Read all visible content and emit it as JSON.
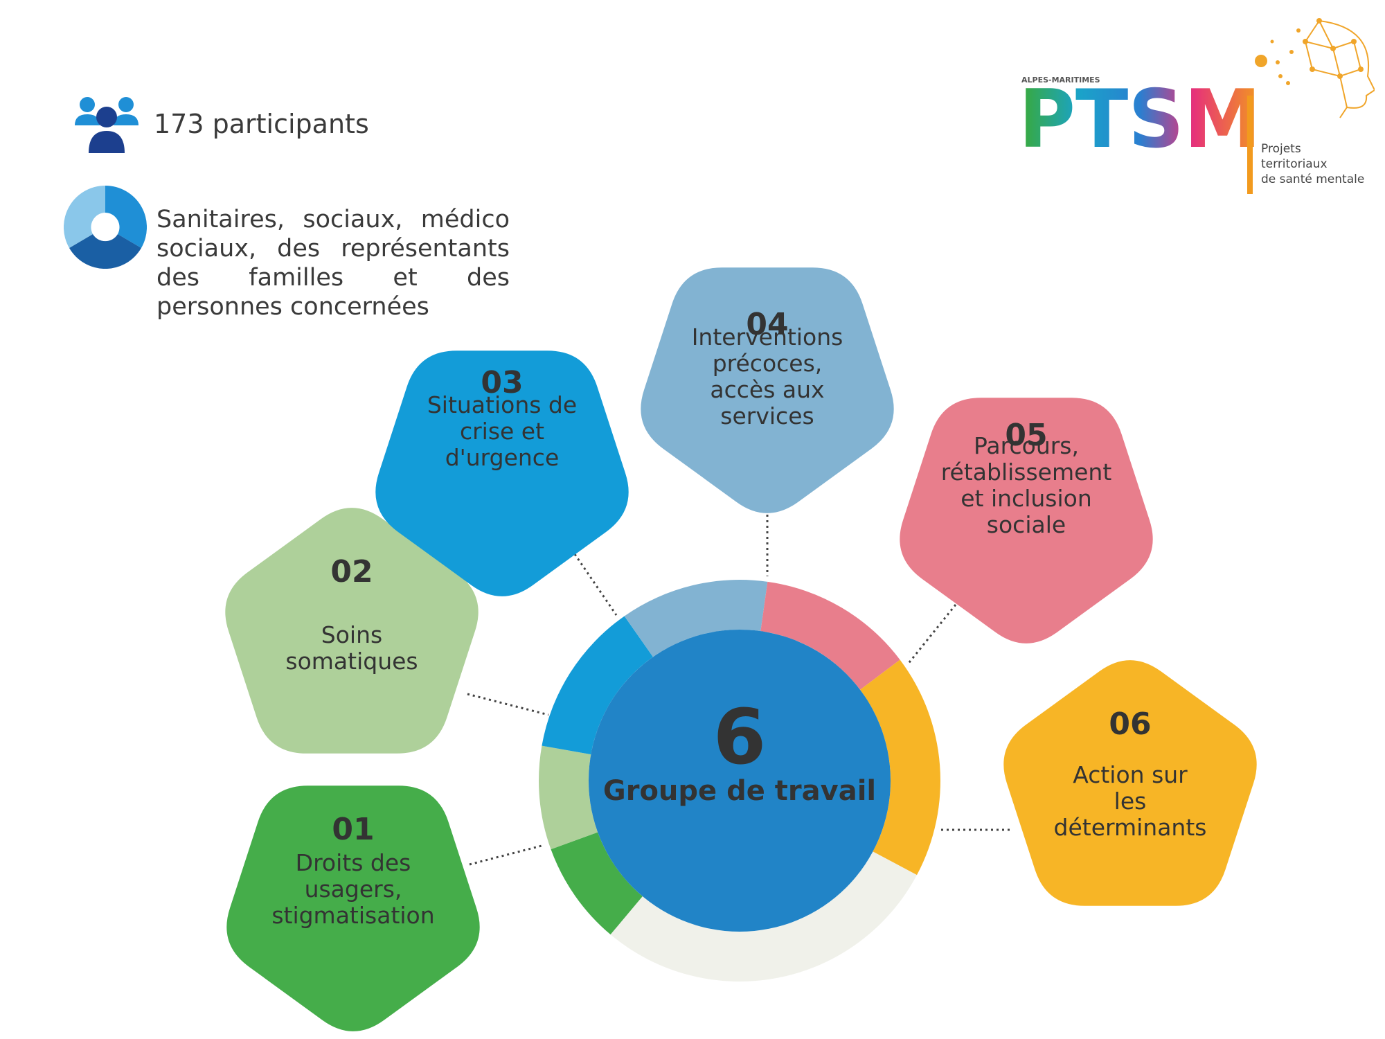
{
  "header": {
    "participants_text": "173 participants",
    "audience_text": "Sanitaires, sociaux, médico sociaux, des représentants des familles et des personnes concernées",
    "participants_icon": "group-people-icon",
    "audience_icon": "donut-chart-icon"
  },
  "logo": {
    "region": "ALPES-MARITIMES",
    "acronym": "PTSM",
    "tagline": [
      "Projets",
      "territoriaux",
      "de santé mentale"
    ]
  },
  "hub": {
    "number": "6",
    "label": "Groupe de travail"
  },
  "groups": [
    {
      "number": "01",
      "lines": [
        "Droits des",
        "usagers,",
        "stigmatisation"
      ],
      "color": "#45ad4a"
    },
    {
      "number": "02",
      "lines": [
        "Soins",
        "somatiques"
      ],
      "color": "#aed09a"
    },
    {
      "number": "03",
      "lines": [
        "Situations de",
        "crise et",
        "d'urgence"
      ],
      "color": "#139cd8"
    },
    {
      "number": "04",
      "lines": [
        "Interventions",
        "précoces,",
        "accès aux",
        "services"
      ],
      "color": "#82b3d2"
    },
    {
      "number": "05",
      "lines": [
        "Parcours,",
        "rétablissement",
        "et inclusion",
        "sociale"
      ],
      "color": "#e87e8c"
    },
    {
      "number": "06",
      "lines": [
        "Action sur",
        "les",
        "déterminants"
      ],
      "color": "#f7b526"
    }
  ],
  "colors": {
    "hub": "#2184c7",
    "ring_rest": "#f0f1ea",
    "text": "#333333"
  }
}
